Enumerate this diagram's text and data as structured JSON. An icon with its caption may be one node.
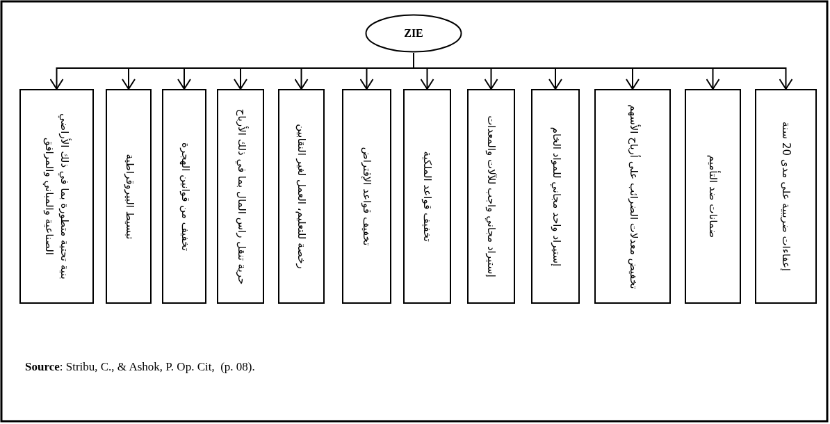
{
  "diagram": {
    "nodes": [
      {
        "text": [
          "ZIE"
        ]
      },
      {
        "text": [
          "بنية تحتية متطورة بما في ذلك الأراضي الصناعية والمباني والمرافق"
        ]
      },
      {
        "text": [
          "تبسيط البيروقراطية"
        ]
      },
      {
        "text": [
          "تخفيف من قوانين الهجرة"
        ]
      },
      {
        "text": [
          "حرية تنقل راس المال بما في ذلك الأرباح"
        ]
      },
      {
        "text": [
          "رخصة للتعليم، العمل لغير النقابين"
        ]
      },
      {
        "text": [
          "تخفيف قواعد الإقتراض"
        ]
      },
      {
        "text": [
          "تخفيف قواعد الملكية"
        ]
      },
      {
        "text": [
          "إستيراد مجاني واجب للآلات والمعدات"
        ]
      },
      {
        "text": [
          "إستيراد واحد مجاني للمواد الخام"
        ]
      },
      {
        "text": [
          "تخفيض معدلات الضرائب على أرباح الأسهم"
        ]
      },
      {
        "text": [
          "ضمانات ضد التأميم"
        ]
      },
      {
        "text": [
          "إعفاءات ضريبية على مدى 20 سنة"
        ]
      }
    ],
    "edges": [
      {
        "from": 0,
        "to": 1,
        "arrow": "to"
      },
      {
        "from": 0,
        "to": 2,
        "arrow": "to"
      },
      {
        "from": 0,
        "to": 3,
        "arrow": "to"
      },
      {
        "from": 0,
        "to": 4,
        "arrow": "to"
      },
      {
        "from": 0,
        "to": 5,
        "arrow": "to"
      },
      {
        "from": 0,
        "to": 6,
        "arrow": "to"
      },
      {
        "from": 0,
        "to": 7,
        "arrow": "to"
      },
      {
        "from": 0,
        "to": 8,
        "arrow": "to"
      },
      {
        "from": 0,
        "to": 9,
        "arrow": "to"
      },
      {
        "from": 0,
        "to": 10,
        "arrow": "to"
      },
      {
        "from": 0,
        "to": 11,
        "arrow": "to"
      },
      {
        "from": 0,
        "to": 12,
        "arrow": "to"
      }
    ],
    "labels": [
      "**Source**: Stribu, C., & Ashok, P. Op. Cit,  (p. 08)."
    ]
  }
}
